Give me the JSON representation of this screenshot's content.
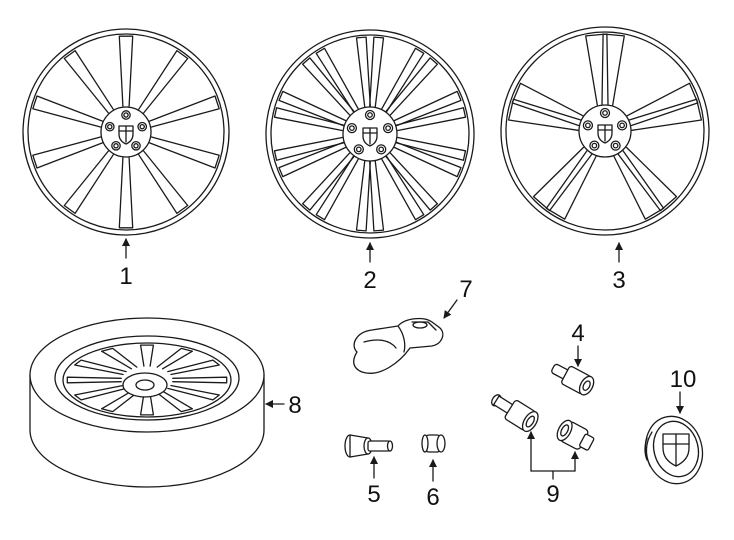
{
  "callouts": {
    "wheel_1": "1",
    "wheel_2": "2",
    "wheel_3": "3",
    "lock_bolt_4": "4",
    "valve_stem_5": "5",
    "valve_cap_6": "6",
    "tpms_sensor_7": "7",
    "spare_tire_8": "8",
    "lug_bolts_9": "9",
    "center_cap_10": "10"
  }
}
